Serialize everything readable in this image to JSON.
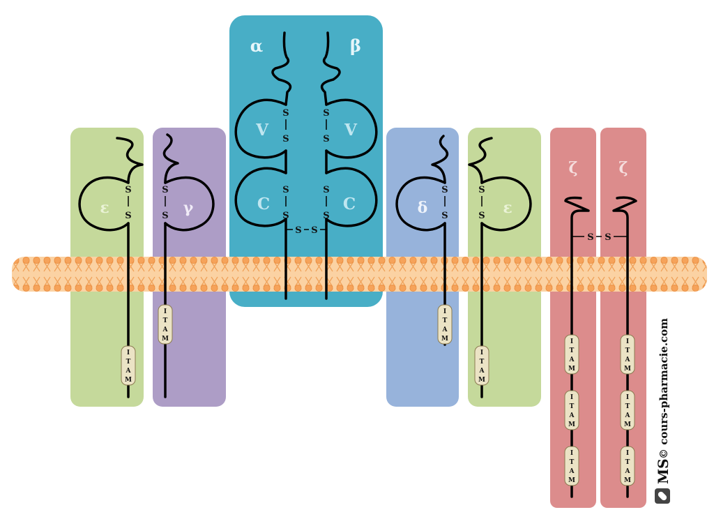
{
  "chains": {
    "epsilon_left": {
      "label": "ε",
      "domain": "ε",
      "color": "#c5d99b"
    },
    "gamma": {
      "label": "γ",
      "domain": "γ",
      "color": "#ad9dc6"
    },
    "alpha": {
      "label": "α",
      "domain_v": "V",
      "domain_c": "C"
    },
    "beta": {
      "label": "β",
      "domain_v": "V",
      "domain_c": "C"
    },
    "tcr_color": "#48aec6",
    "delta": {
      "label": "δ",
      "domain": "δ",
      "color": "#97b3db"
    },
    "epsilon_right": {
      "label": "ε",
      "domain": "ε",
      "color": "#c5d99b"
    },
    "zeta_left": {
      "label": "ζ",
      "color": "#dc8c8c"
    },
    "zeta_right": {
      "label": "ζ",
      "color": "#dc8c8c"
    }
  },
  "labels": {
    "sulfur": "S",
    "bridge": "S",
    "itam_letters": [
      "I",
      "T",
      "A",
      "M"
    ]
  },
  "membrane": {
    "color": "#f4a55c",
    "dark": "#e8883a"
  },
  "watermark": {
    "brand": "MS",
    "text": "© cours-pharmacie.com"
  }
}
